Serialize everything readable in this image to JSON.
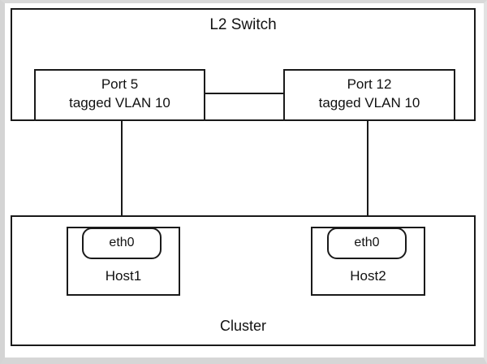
{
  "diagram": {
    "title": "L2 Switch",
    "switch": {
      "label": "L2 Switch",
      "ports": [
        {
          "name": "Port 5",
          "vlan": "tagged VLAN 10"
        },
        {
          "name": "Port 12",
          "vlan": "tagged VLAN 10"
        }
      ]
    },
    "cluster": {
      "label": "Cluster",
      "hosts": [
        {
          "name": "Host1",
          "interface": "eth0"
        },
        {
          "name": "Host2",
          "interface": "eth0"
        }
      ]
    },
    "colors": {
      "stroke": "#1a1a1a",
      "background": "#ffffff",
      "frame": "#d6d6d6"
    }
  }
}
